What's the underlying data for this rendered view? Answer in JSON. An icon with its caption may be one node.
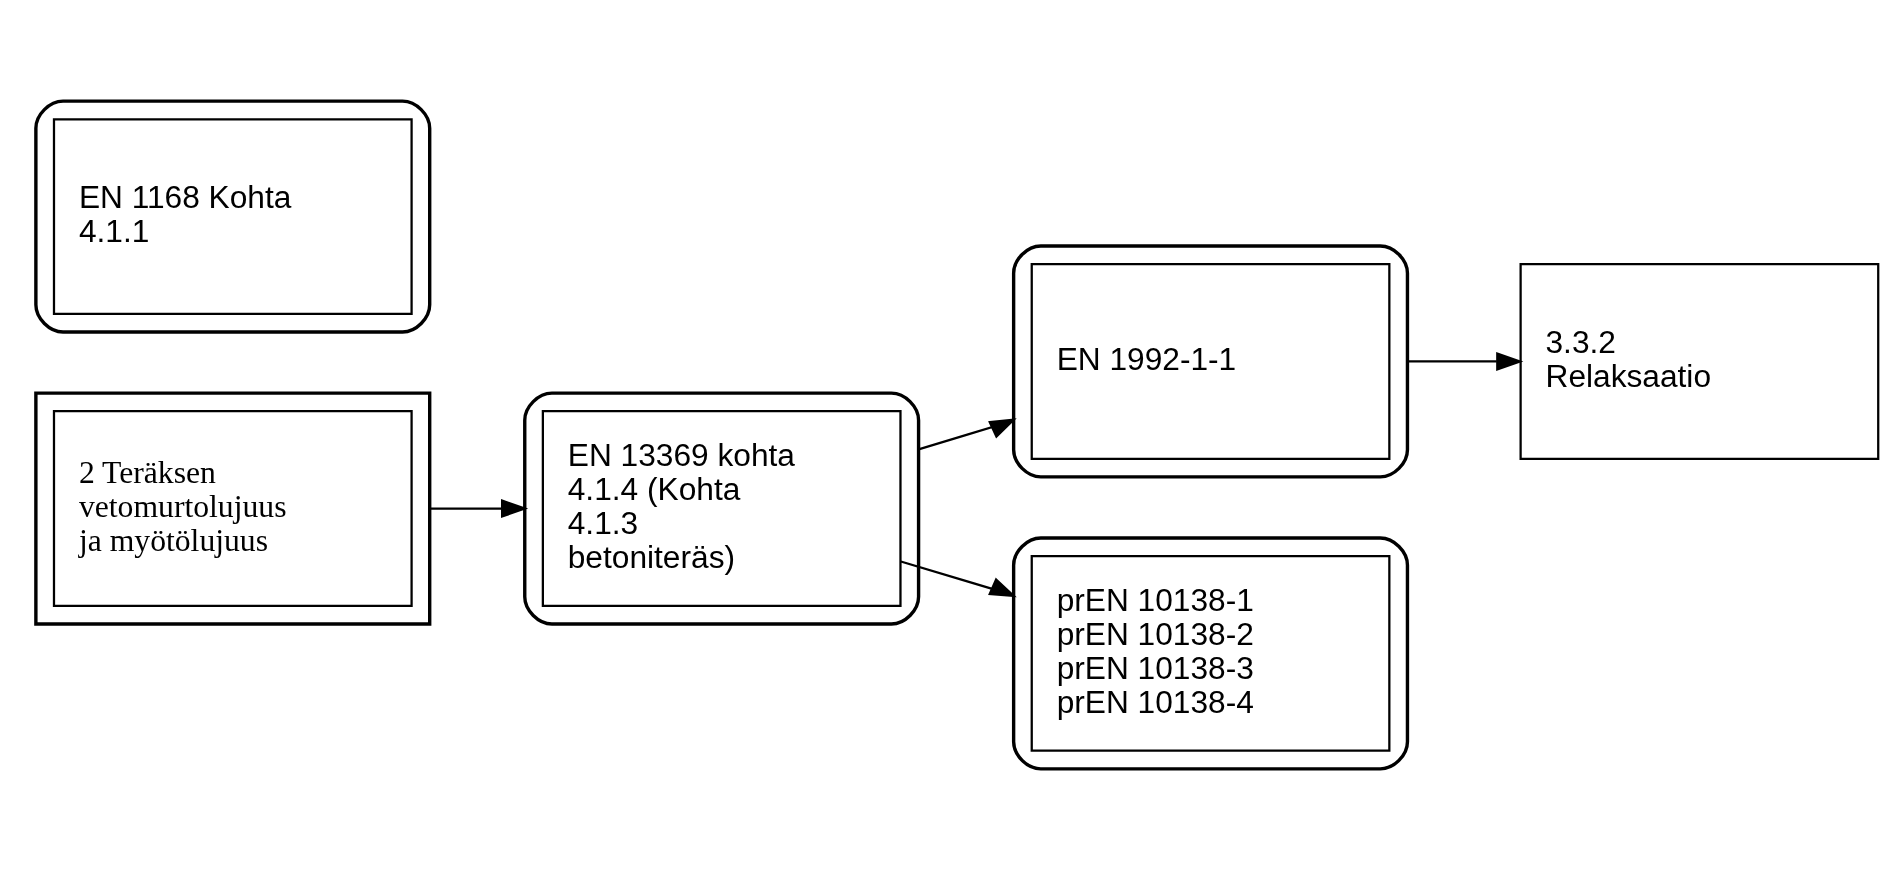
{
  "diagram": {
    "nodes": [
      {
        "text": [],
        "shape": "box"
      },
      {
        "text": [
          "2 Teräksen vetomurtolujuus ja myötölujuus"
        ],
        "in": 0
      },
      {
        "text": [],
        "shape": "document"
      },
      {
        "text": [
          "EN 1168 Kohta 4.1.1"
        ],
        "in": 2
      },
      {
        "text": [],
        "shape": "document"
      },
      {
        "text": [
          "EN 13369 kohta 4.1.4 (Kohta 4.1.3 betoniteräs)"
        ],
        "in": 4
      },
      {
        "text": [],
        "shape": "document"
      },
      {
        "text": [
          "EN 1992-1-1"
        ],
        "in": 6
      },
      {
        "text": [],
        "shape": "document"
      },
      {
        "text": [
          "prEN 10138-1 prEN 10138-2 prEN 10138-3 prEN 10138-4"
        ],
        "in": 8
      },
      {
        "text": [
          "3.3.2 Relaksaatio"
        ]
      }
    ],
    "edges": [
      {
        "from": 0,
        "to": 4,
        "arrow": "to"
      },
      {
        "from": 4,
        "to": 6,
        "arrow": "to"
      },
      {
        "from": 5,
        "to": 8,
        "arrow": "to"
      },
      {
        "from": 6,
        "to": 10,
        "arrow": "to"
      }
    ]
  }
}
